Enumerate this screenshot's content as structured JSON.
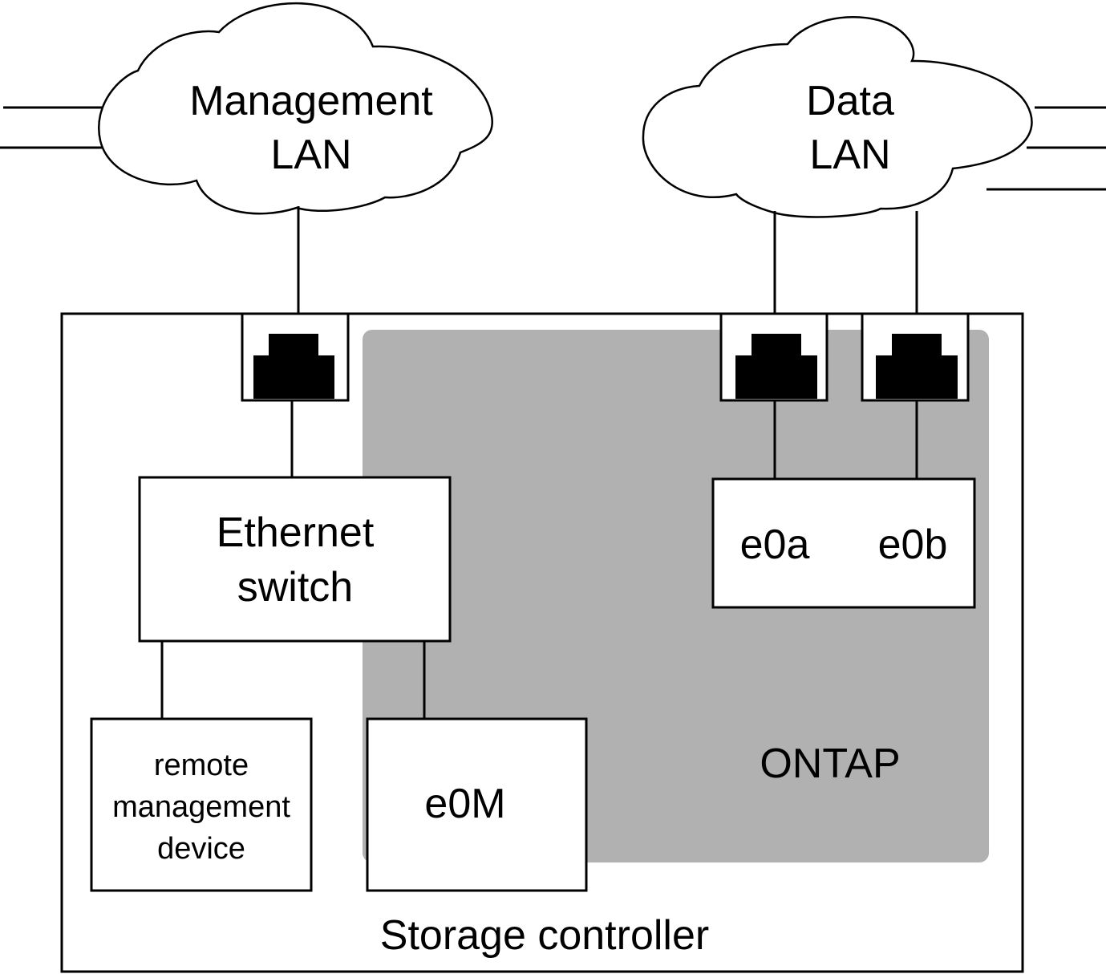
{
  "diagram": {
    "colors": {
      "ontap_region": "#b1b1b1",
      "line": "#000000",
      "background": "#ffffff",
      "port_jack": "#000000"
    },
    "clouds": {
      "management": {
        "line1": "Management",
        "line2": "LAN"
      },
      "data": {
        "line1": "Data",
        "line2": "LAN"
      }
    },
    "controller": {
      "label": "Storage controller"
    },
    "ontap": {
      "label": "ONTAP"
    },
    "ethernet_switch": {
      "line1": "Ethernet",
      "line2": "switch"
    },
    "remote_management_device": {
      "line1": "remote",
      "line2": "management",
      "line3": "device"
    },
    "e0m": {
      "label": "e0M"
    },
    "data_ports": {
      "e0a": "e0a",
      "e0b": "e0b"
    },
    "ports": [
      {
        "id": "mgmt-port",
        "icon": "ethernet-port-icon"
      },
      {
        "id": "e0a-port",
        "icon": "ethernet-port-icon"
      },
      {
        "id": "e0b-port",
        "icon": "ethernet-port-icon"
      }
    ]
  }
}
